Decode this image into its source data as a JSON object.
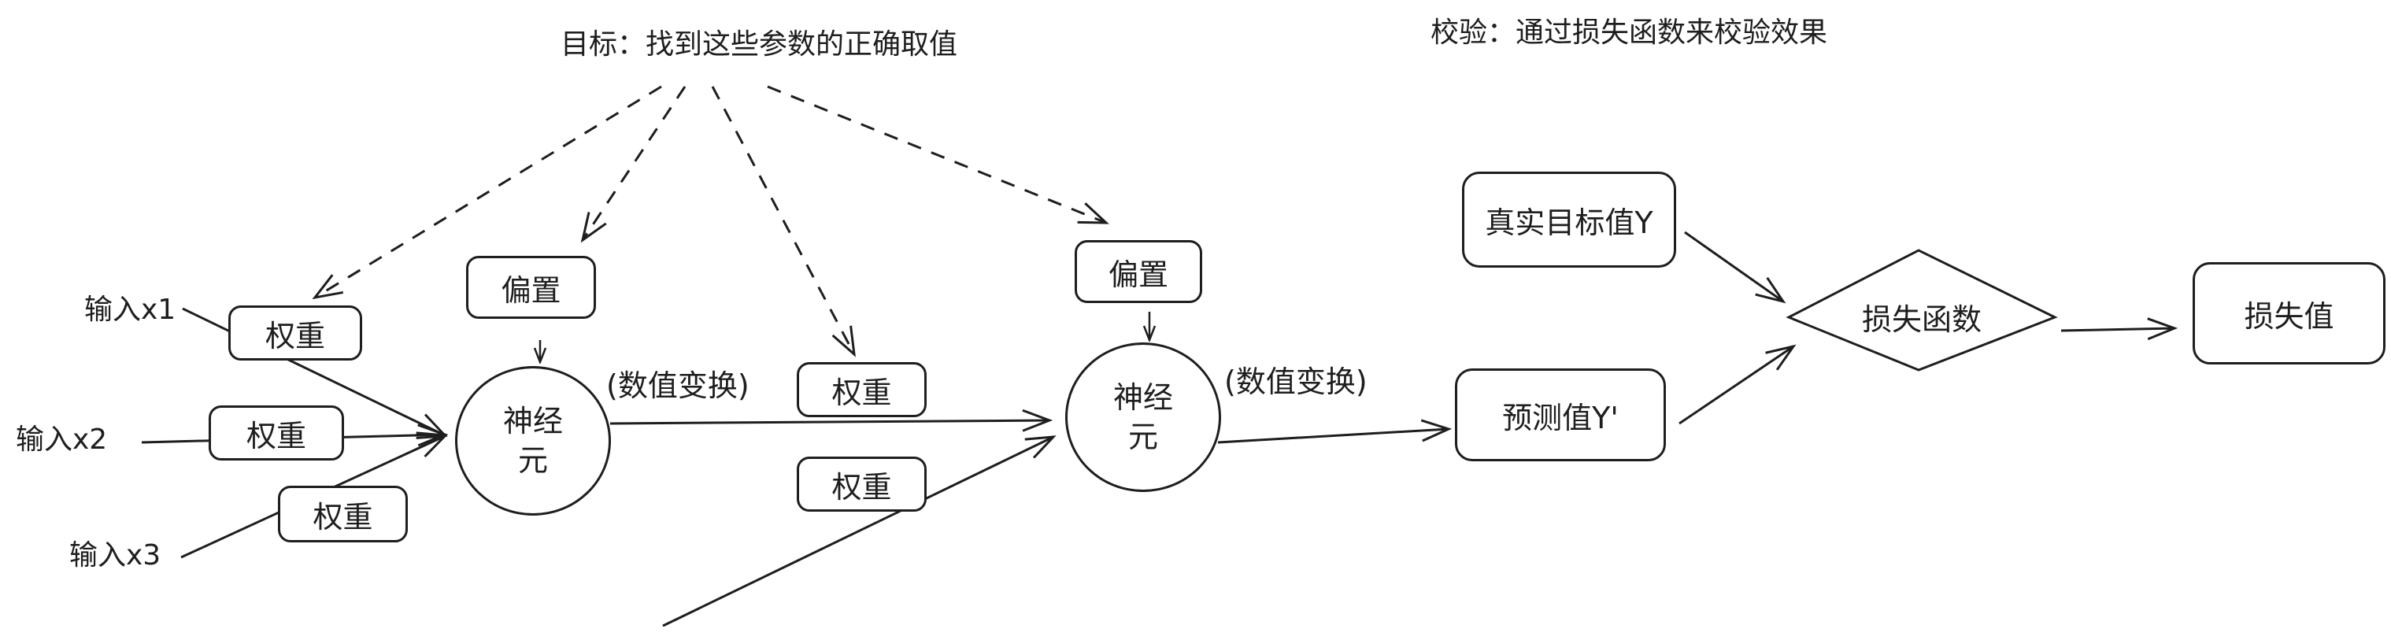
{
  "goal_text": "目标：找到这些参数的正确取值",
  "check_text": "校验：通过损失函数来校验效果",
  "inputs": [
    "输入x1",
    "输入x2",
    "输入x3"
  ],
  "weights": [
    "权重",
    "权重",
    "权重",
    "权重",
    "权重"
  ],
  "biases": [
    "偏置",
    "偏置"
  ],
  "neuron1": {
    "line1": "神经",
    "line2": "元"
  },
  "neuron2": {
    "line1": "神经",
    "line2": "元"
  },
  "transforms": [
    "(数值变换)",
    "(数值变换)"
  ],
  "true_target": "真实目标值Y",
  "prediction": "预测值Y'",
  "loss_function": "损失函数",
  "loss_value": "损失值"
}
